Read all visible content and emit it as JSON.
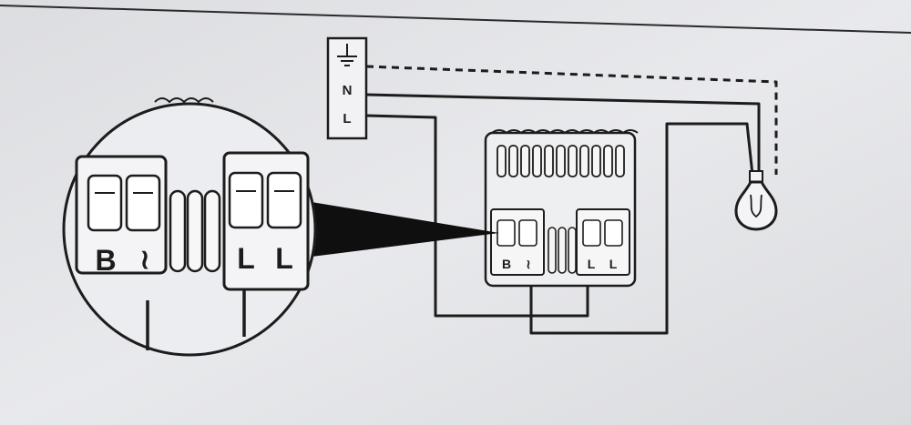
{
  "supply_terminal": {
    "earth_symbol": "earth-ground",
    "neutral": "N",
    "live": "L"
  },
  "switch_terminals": {
    "left_block": [
      "B",
      "≀"
    ],
    "right_block": [
      "L",
      "L"
    ]
  },
  "zoom_terminals": {
    "left_block": [
      "B",
      "≀"
    ],
    "right_block": [
      "L",
      "L"
    ]
  },
  "load": {
    "icon": "light-bulb-icon"
  },
  "colors": {
    "ink": "#1c1c1c",
    "paper": "#e6e7ea"
  }
}
